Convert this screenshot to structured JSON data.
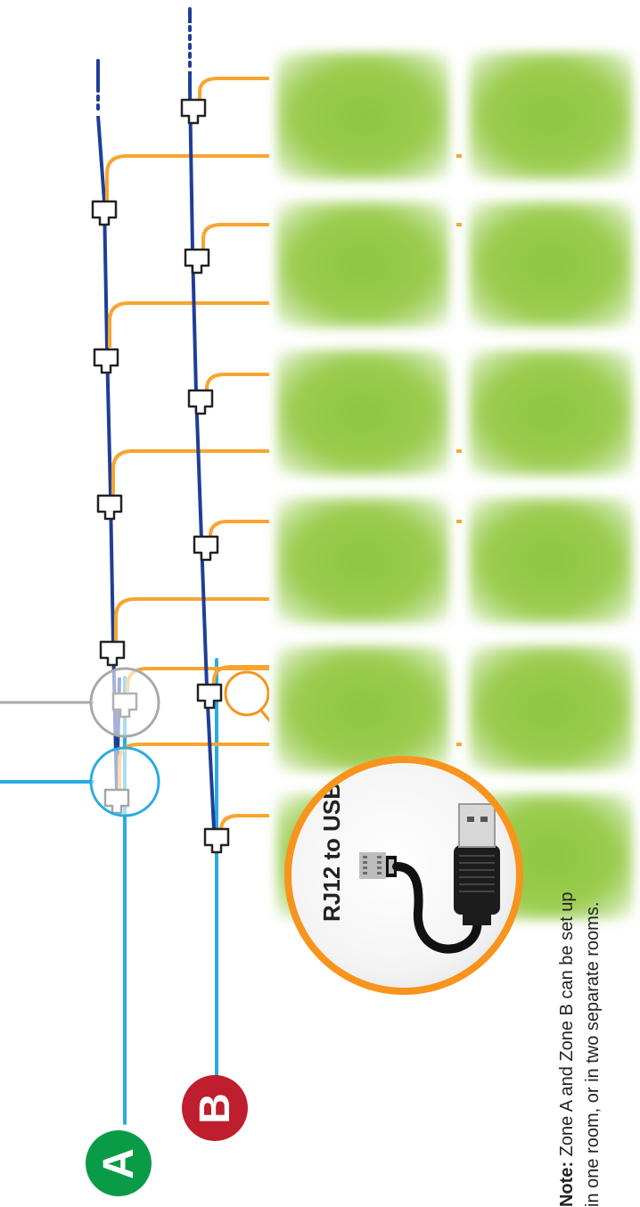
{
  "zones": [
    {
      "label": "A",
      "color": "#0a9b47"
    },
    {
      "label": "B",
      "color": "#be1e2d"
    }
  ],
  "zoom_callout": {
    "title": "RJ12 to USB",
    "icon": "rj12-to-usb-cable-icon"
  },
  "note": {
    "bold": "Note:",
    "text": " Zone A and Zone B can be set up in one room, or in two separate rooms."
  },
  "colors": {
    "bus_cable": "#1f3e96",
    "zone_cable": "#29abe2",
    "panel_cable": "#f7a531",
    "callout": "#f7941d",
    "panel_green": "#8fc63f",
    "gray_cable": "#a7a9ac"
  },
  "icons": [
    "rj12-splitter-icon",
    "continuation-dots-icon",
    "led-panel-icon"
  ]
}
